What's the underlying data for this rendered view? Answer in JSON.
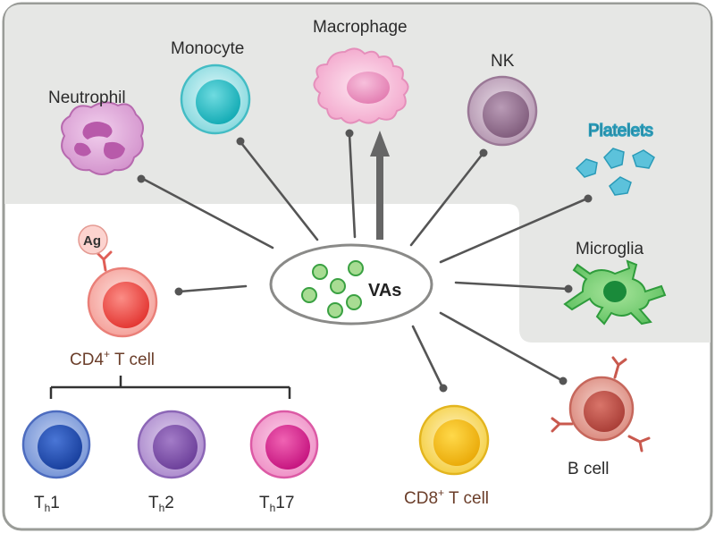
{
  "center": {
    "label": "VAs"
  },
  "antigen": {
    "label": "Ag"
  },
  "cells": {
    "neutrophil": "Neutrophil",
    "monocyte": "Monocyte",
    "macrophage": "Macrophage",
    "nk": "NK",
    "platelets": "Platelets",
    "microglia": "Microglia",
    "b_cell": "B cell",
    "cd8": {
      "prefix": "CD8",
      "sup": "+",
      "suffix": " T cell"
    },
    "cd4": {
      "prefix": "CD4",
      "sup": "+",
      "suffix": " T cell"
    },
    "th1": {
      "base": "T",
      "sub": "h",
      "suffix": "1"
    },
    "th2": {
      "base": "T",
      "sub": "h",
      "suffix": "2"
    },
    "th17": {
      "base": "T",
      "sub": "h",
      "suffix": "17"
    }
  },
  "colors": {
    "panel_gray": "#e6e7e5",
    "border": "#9a9c98",
    "line": "#555555",
    "va_green": "#8fd07f",
    "neutrophil": "#d79ad0",
    "monocyte": "#35bfc7",
    "macrophage": "#f2a5cc",
    "nk": "#b58fb1",
    "platelets": "#55bfd8",
    "microglia": "#5dc565",
    "b_cell": "#d97b70",
    "cd8": "#f2c624",
    "cd4": "#f58b85",
    "th1": "#3d62be",
    "th2": "#9b6fc0",
    "th17": "#e55aa9"
  }
}
